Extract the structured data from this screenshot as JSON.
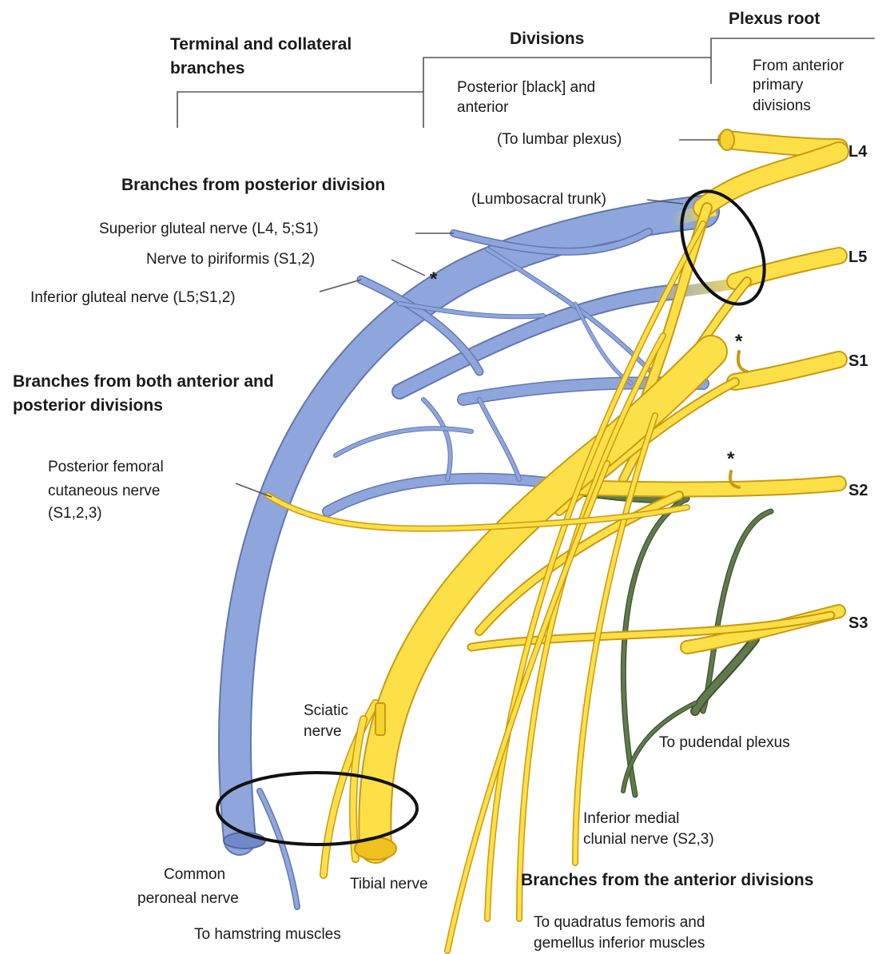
{
  "headers": {
    "plexus_root": "Plexus root",
    "divisions": "Divisions",
    "terminal_line1": "Terminal and collateral",
    "terminal_line2": "branches",
    "root_note_line1": "From anterior",
    "root_note_line2": "primary",
    "root_note_line3": "divisions",
    "div_note_line1": "Posterior [black] and",
    "div_note_line2": "anterior"
  },
  "roots": [
    "L4",
    "L5",
    "S1",
    "S2",
    "S3"
  ],
  "labels": {
    "to_lumbar": "(To lumbar plexus)",
    "lumbosacral": "(Lumbosacral trunk)",
    "posterior_title": "Branches from posterior division",
    "sup_gluteal": "Superior gluteal nerve (L4, 5;S1)",
    "piriformis": "Nerve to piriformis (S1,2)",
    "inf_gluteal": "Inferior gluteal nerve (L5;S1,2)",
    "both_title_line1": "Branches from both anterior and",
    "both_title_line2": "posterior divisions",
    "pfc_line1": "Posterior femoral",
    "pfc_line2": "cutaneous nerve",
    "pfc_line3": "(S1,2,3)",
    "sciatic_line1": "Sciatic",
    "sciatic_line2": "nerve",
    "pudendal": "To pudendal plexus",
    "clunial_line1": "Inferior medial",
    "clunial_line2": "clunial nerve (S2,3)",
    "common_peroneal_line1": "Common",
    "common_peroneal_line2": "peroneal nerve",
    "tibial": "Tibial nerve",
    "anterior_title": "Branches from the anterior divisions",
    "hamstring": "To hamstring muscles",
    "quadratus_line1": "To quadratus femoris and",
    "quadratus_line2": "gemellus inferior muscles",
    "asterisk": "*"
  },
  "colors": {
    "posterior_division": "#8ea6dc",
    "anterior_division": "#fde047",
    "pudendal": "#617a4c"
  }
}
